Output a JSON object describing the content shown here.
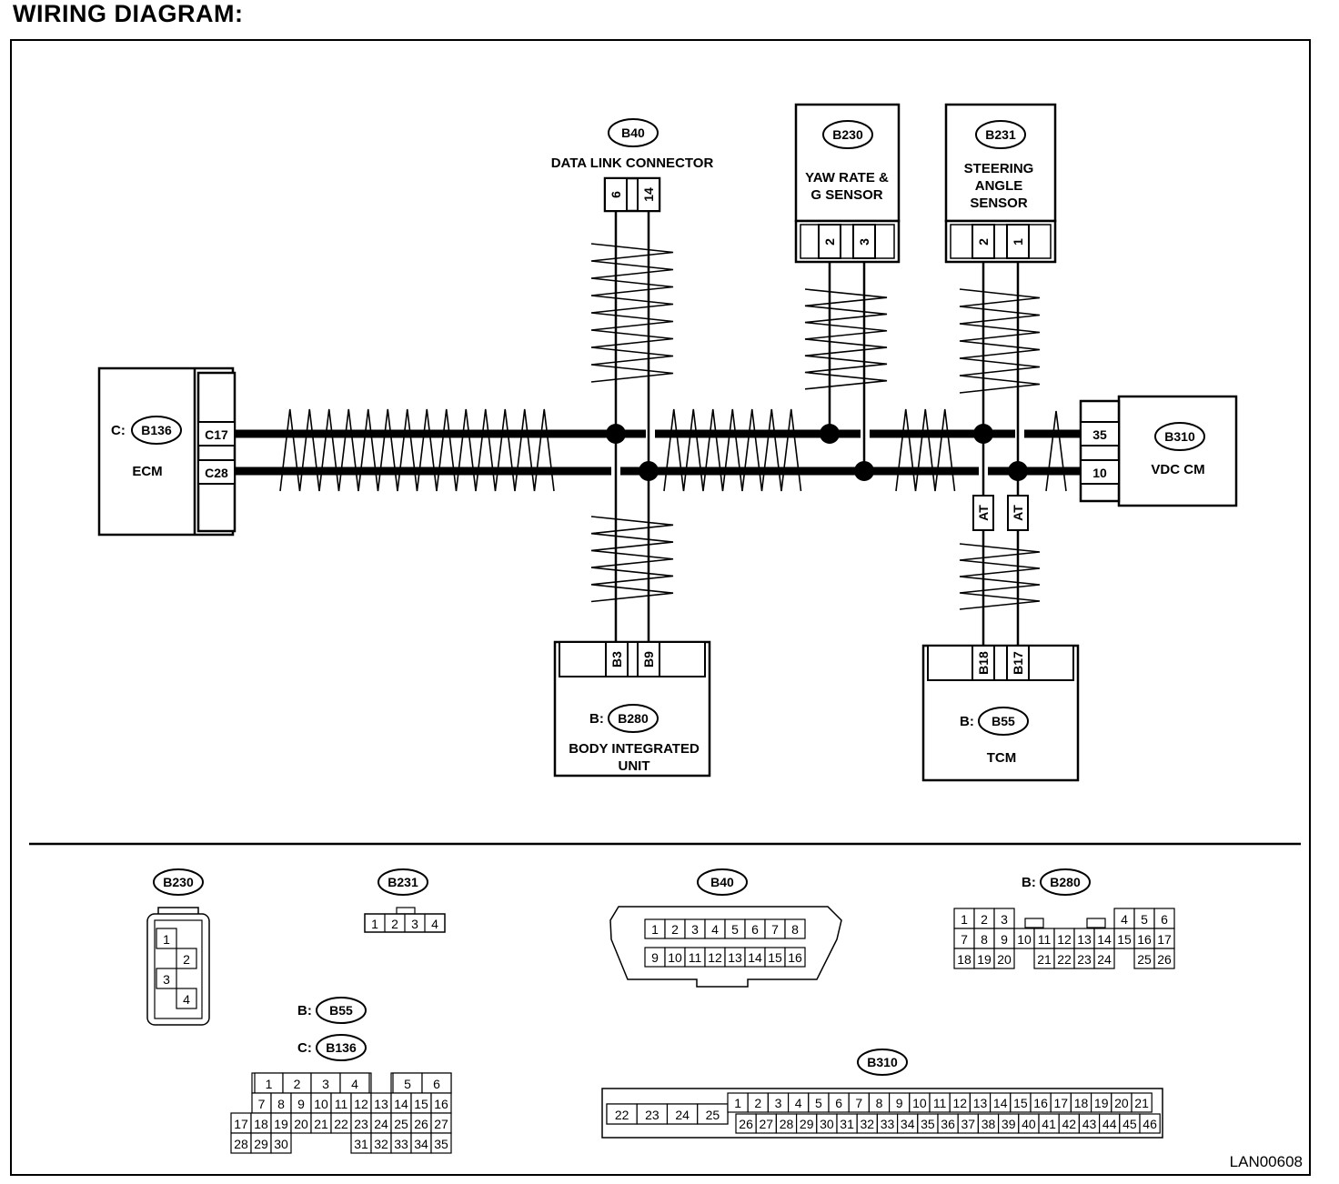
{
  "page_title": "WIRING DIAGRAM:",
  "figure_code": "LAN00608",
  "colors": {
    "ink": "#000000",
    "paper": "#ffffff"
  },
  "modules": {
    "ecm": {
      "prefix": "C:",
      "code": "B136",
      "name": "ECM",
      "pins": [
        "C17",
        "C28"
      ]
    },
    "b40": {
      "code": "B40",
      "name": "DATA LINK CONNECTOR",
      "pins": [
        "6",
        "14"
      ]
    },
    "b230": {
      "code": "B230",
      "name_lines": [
        "YAW RATE &",
        "G SENSOR"
      ],
      "pins": [
        "2",
        "3"
      ]
    },
    "b231": {
      "code": "B231",
      "name_lines": [
        "STEERING",
        "ANGLE",
        "SENSOR"
      ],
      "pins": [
        "2",
        "1"
      ]
    },
    "vdc": {
      "code": "B310",
      "name": "VDC CM",
      "pins": [
        "35",
        "10"
      ]
    },
    "biu": {
      "prefix": "B:",
      "code": "B280",
      "name_lines": [
        "BODY INTEGRATED",
        "UNIT"
      ],
      "pins": [
        "B3",
        "B9"
      ]
    },
    "tcm": {
      "prefix": "B:",
      "code": "B55",
      "name": "TCM",
      "pins": [
        "B18",
        "B17"
      ]
    },
    "option_label": "AT"
  },
  "connector_views": {
    "b230": {
      "code": "B230",
      "pins": [
        "1",
        "2",
        "3",
        "4"
      ]
    },
    "b231": {
      "code": "B231",
      "pins": [
        "1",
        "2",
        "3",
        "4"
      ]
    },
    "b40": {
      "code": "B40",
      "rows": [
        [
          "1",
          "2",
          "3",
          "4",
          "5",
          "6",
          "7",
          "8"
        ],
        [
          "9",
          "10",
          "11",
          "12",
          "13",
          "14",
          "15",
          "16"
        ]
      ]
    },
    "b280": {
      "prefix": "B:",
      "code": "B280",
      "rows": [
        [
          "1",
          "2",
          "3",
          "",
          "",
          "",
          "",
          "",
          "",
          "4",
          "5",
          "6"
        ],
        [
          "7",
          "8",
          "9",
          "10",
          "11",
          "12",
          "13",
          "14",
          "15",
          "16",
          "17"
        ],
        [
          "18",
          "19",
          "20",
          "",
          "21",
          "22",
          "23",
          "24",
          "",
          "25",
          "26"
        ]
      ]
    },
    "b55_b136": {
      "labels": [
        {
          "prefix": "B:",
          "code": "B55"
        },
        {
          "prefix": "C:",
          "code": "B136"
        }
      ],
      "rows": [
        [
          "",
          "1",
          "2",
          "3",
          "4",
          "",
          "5",
          "6"
        ],
        [
          "",
          "7",
          "8",
          "9",
          "10",
          "11",
          "12",
          "13",
          "14",
          "15",
          "16"
        ],
        [
          "17",
          "18",
          "19",
          "20",
          "21",
          "22",
          "23",
          "24",
          "25",
          "26",
          "27"
        ],
        [
          "28",
          "29",
          "30",
          "",
          "",
          "",
          "31",
          "32",
          "33",
          "34",
          "35"
        ]
      ]
    },
    "b310": {
      "code": "B310",
      "left_pins": [
        "22",
        "23",
        "24",
        "25"
      ],
      "top_row": [
        "1",
        "2",
        "3",
        "4",
        "5",
        "6",
        "7",
        "8",
        "9",
        "10",
        "11",
        "12",
        "13",
        "14",
        "15",
        "16",
        "17",
        "18",
        "19",
        "20",
        "21"
      ],
      "bottom_row": [
        "26",
        "27",
        "28",
        "29",
        "30",
        "31",
        "32",
        "33",
        "34",
        "35",
        "36",
        "37",
        "38",
        "39",
        "40",
        "41",
        "42",
        "43",
        "44",
        "45",
        "46"
      ]
    }
  }
}
